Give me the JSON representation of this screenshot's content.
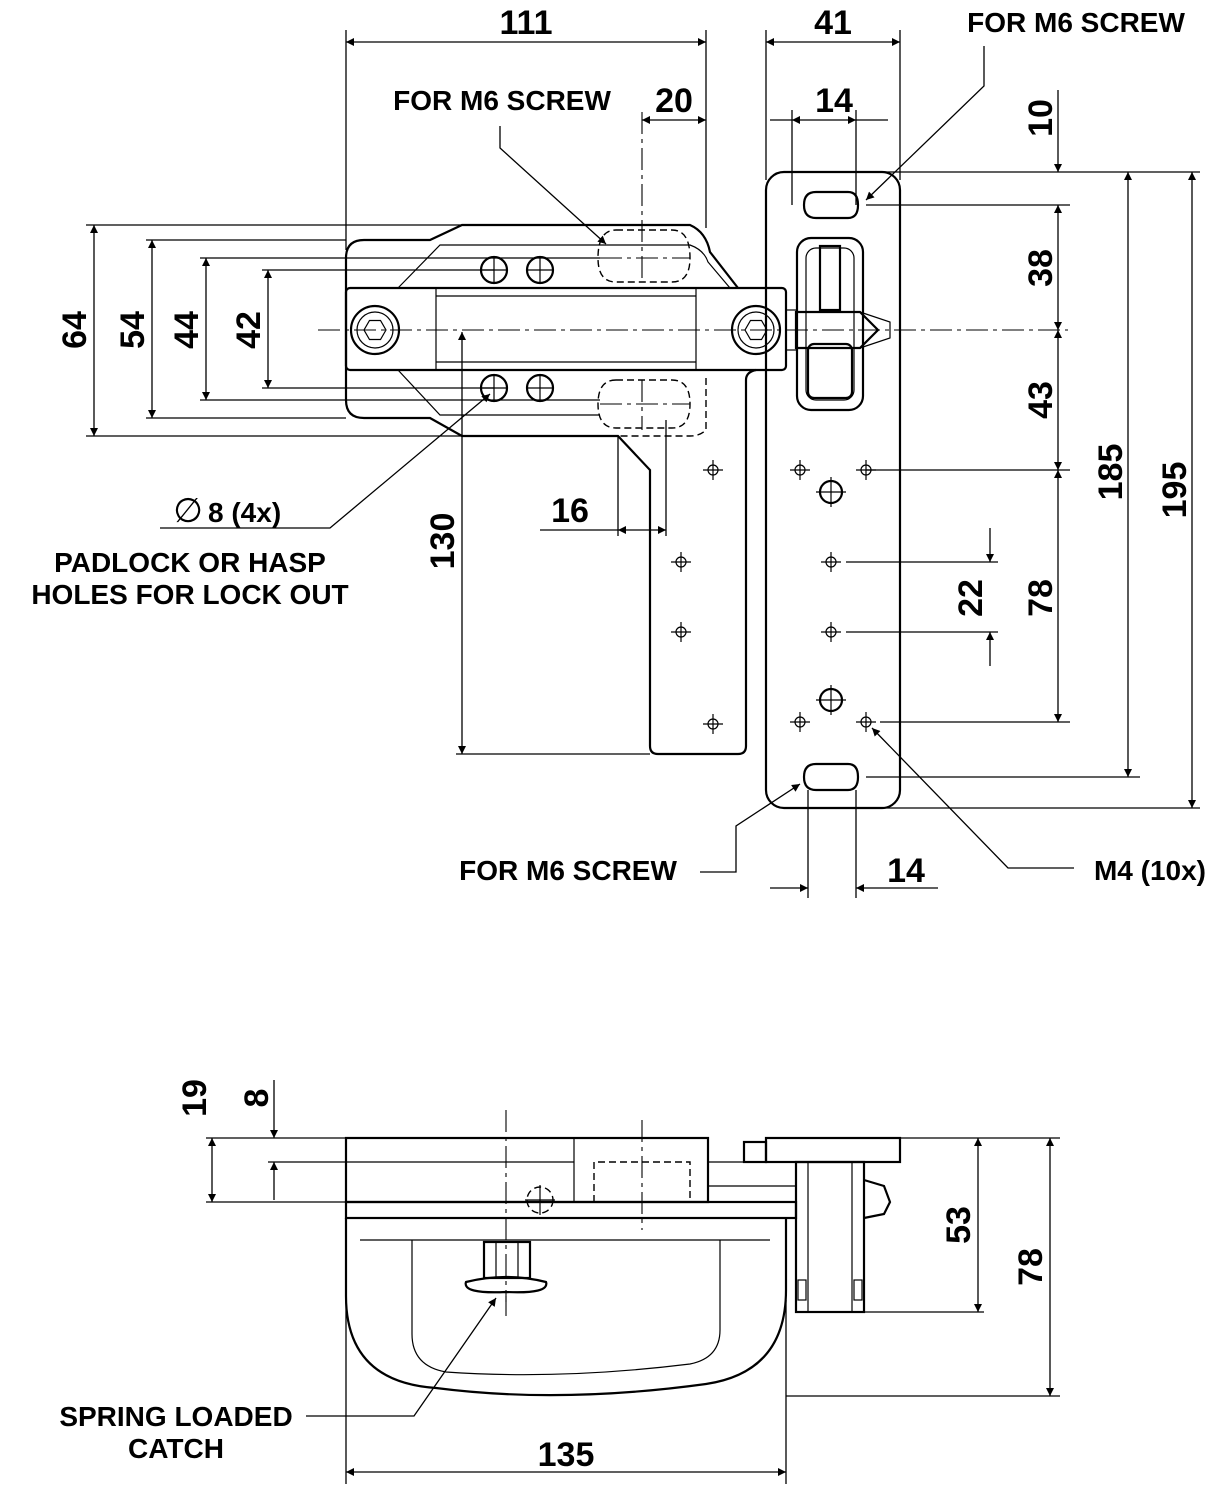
{
  "top_view": {
    "dims": {
      "d111": "111",
      "d41": "41",
      "d20": "20",
      "d14_top": "14",
      "d10": "10",
      "d38": "38",
      "d43": "43",
      "d185": "185",
      "d195": "195",
      "d78": "78",
      "d22": "22",
      "d64": "64",
      "d54": "54",
      "d44": "44",
      "d42": "42",
      "d130": "130",
      "d16": "16",
      "d14_bottom": "14"
    },
    "labels": {
      "m6_top_left": "FOR M6 SCREW",
      "m6_top_right": "FOR M6 SCREW",
      "m6_bottom": "FOR M6 SCREW",
      "diameter_symbol": "∅",
      "holes_dim": "8 (4x)",
      "padlock_line1": "PADLOCK OR HASP",
      "padlock_line2": "HOLES FOR LOCK OUT",
      "m4": "M4 (10x)"
    }
  },
  "side_view": {
    "dims": {
      "d19": "19",
      "d8": "8",
      "d53": "53",
      "d78": "78",
      "d135": "135"
    },
    "labels": {
      "catch_line1": "SPRING LOADED",
      "catch_line2": "CATCH"
    }
  }
}
